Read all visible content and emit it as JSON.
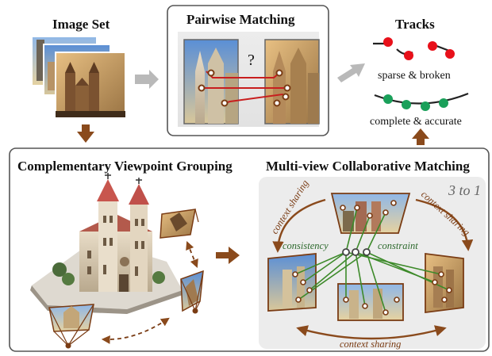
{
  "panels": {
    "image_set": {
      "title": "Image Set"
    },
    "pairwise": {
      "title": "Pairwise Matching",
      "question_mark": "?"
    },
    "tracks": {
      "title": "Tracks",
      "sparse_label": "sparse & broken",
      "complete_label": "complete & accurate"
    },
    "grouping": {
      "title": "Complementary Viewpoint Grouping"
    },
    "collab": {
      "title": "Multi-view Collaborative Matching",
      "ratio_label": "3 to 1",
      "context_sharing_left": "context sharing",
      "context_sharing_right": "context sharing",
      "context_sharing_bottom": "context sharing",
      "consistency_label": "consistency",
      "constraint_label": "constraint"
    }
  },
  "colors": {
    "arrow_brown": "#8a4a1c",
    "arrow_gray": "#b9b9b9",
    "match_red": "#c81e1e",
    "track_red": "#e8101a",
    "track_green": "#1aa05a",
    "consistency_green": "#3d8a2a",
    "frame_brown": "#7a3c14"
  },
  "icons": {
    "image_stack": "photo-stack-icon",
    "church": "church-icon",
    "camera": "camera-frustum-icon"
  }
}
